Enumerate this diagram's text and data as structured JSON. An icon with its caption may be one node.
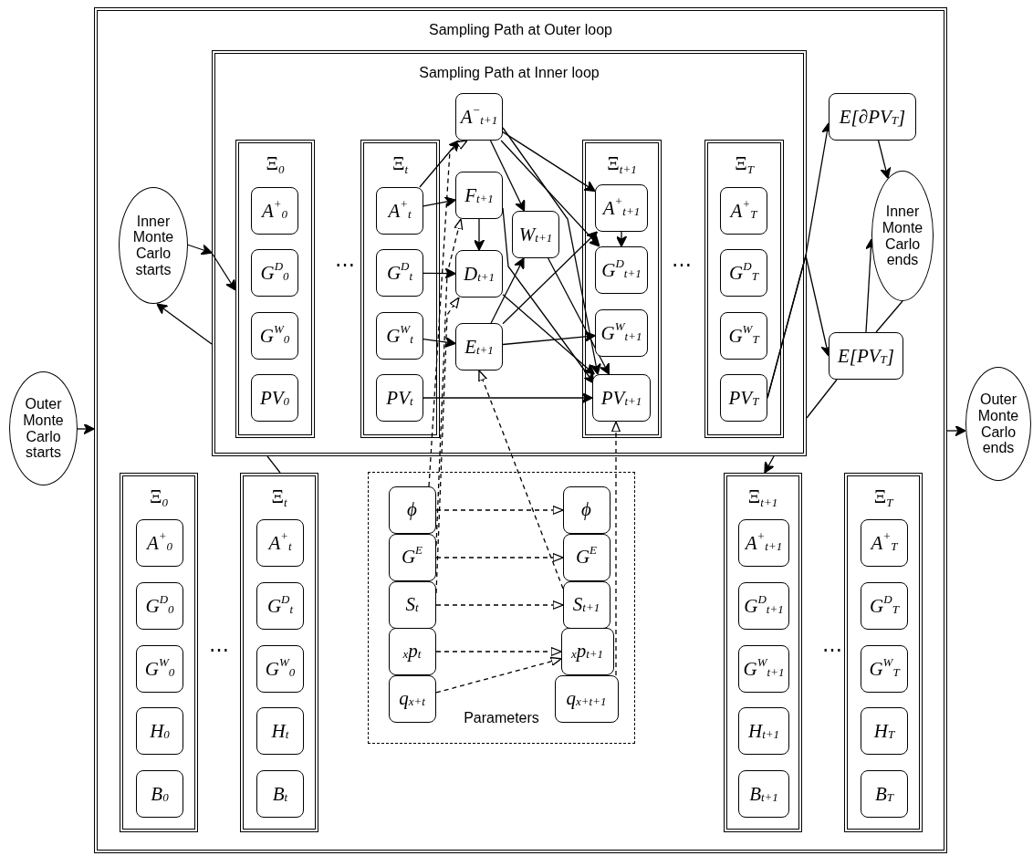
{
  "diagram": {
    "nodes": [
      {
        "text": [
          "Sampling Path at Outer loop"
        ]
      },
      {
        "text": [
          "Sampling Path at Inner loop"
        ],
        "in": 0
      },
      {
        "text": [
          "Ξ$_{0}$"
        ],
        "in": 1
      },
      {
        "text": [
          "A$^{+}$$_{0}$"
        ],
        "in": 2
      },
      {
        "text": [
          "G$^{D}$$_{0}$"
        ],
        "in": 2
      },
      {
        "text": [
          "G$^{W}$$_{0}$"
        ],
        "in": 2
      },
      {
        "text": [
          "PV$_{0}$"
        ],
        "in": 2
      },
      {
        "text": [
          "Ξ$_{t}$"
        ],
        "in": 1
      },
      {
        "text": [
          "A$^{+}$$_{t}$"
        ],
        "in": 7
      },
      {
        "text": [
          "G$^{D}$$_{t}$"
        ],
        "in": 7
      },
      {
        "text": [
          "G$^{W}$$_{t}$"
        ],
        "in": 7
      },
      {
        "text": [
          "PV$_{t}$"
        ],
        "in": 7
      },
      {
        "text": [
          "A$^{−}$$_{t+1}$"
        ],
        "in": 1
      },
      {
        "text": [
          "F$_{t+1}$"
        ],
        "in": 1
      },
      {
        "text": [
          "W$_{t+1}$"
        ],
        "in": 1
      },
      {
        "text": [
          "D$_{t+1}$"
        ],
        "in": 1
      },
      {
        "text": [
          "E$_{t+1}$"
        ],
        "in": 1
      },
      {
        "text": [
          "Ξ$_{t+1}$"
        ],
        "in": 1
      },
      {
        "text": [
          "A$^{+}$$_{t+1}$"
        ],
        "in": 17
      },
      {
        "text": [
          "G$^{D}$$_{t+1}$"
        ],
        "in": 17
      },
      {
        "text": [
          "G$^{W}$$_{t+1}$"
        ],
        "in": 17
      },
      {
        "text": [
          "PV$_{t+1}$"
        ],
        "in": 17
      },
      {
        "text": [
          "Ξ$_{T}$"
        ],
        "in": 1
      },
      {
        "text": [
          "A$^{+}$$_{T}$"
        ],
        "in": 22
      },
      {
        "text": [
          "G$^{D}$$_{T}$"
        ],
        "in": 22
      },
      {
        "text": [
          "G$^{W}$$_{T}$"
        ],
        "in": 22
      },
      {
        "text": [
          "PV$_{T}$"
        ],
        "in": 22
      },
      {
        "text": [
          "Inner Monte Carlo starts"
        ],
        "in": 0
      },
      {
        "text": [
          "E[∂PV$_{T}$]"
        ],
        "in": 0
      },
      {
        "text": [
          "Inner Monte Carlo ends"
        ],
        "in": 0
      },
      {
        "text": [
          "E[PV$_{T}$]"
        ],
        "in": 0
      },
      {
        "text": [
          "Outer Monte Carlo starts"
        ]
      },
      {
        "text": [
          "Outer Monte Carlo ends"
        ]
      },
      {
        "text": [
          "Ξ$_{0}$"
        ],
        "in": 0
      },
      {
        "text": [
          "A$^{+}$$_{0}$"
        ],
        "in": 33
      },
      {
        "text": [
          "G$^{D}$$_{0}$"
        ],
        "in": 33
      },
      {
        "text": [
          "G$^{W}$$_{0}$"
        ],
        "in": 33
      },
      {
        "text": [
          "H$_{0}$"
        ],
        "in": 33
      },
      {
        "text": [
          "B$_{0}$"
        ],
        "in": 33
      },
      {
        "text": [
          "Ξ$_{t}$"
        ],
        "in": 0
      },
      {
        "text": [
          "A$^{+}$$_{t}$"
        ],
        "in": 39
      },
      {
        "text": [
          "G$^{D}$$_{t}$"
        ],
        "in": 39
      },
      {
        "text": [
          "G$^{W}$$_{0}$"
        ],
        "in": 39
      },
      {
        "text": [
          "H$_{t}$"
        ],
        "in": 39
      },
      {
        "text": [
          "B$_{t}$"
        ],
        "in": 39
      },
      {
        "text": [
          "Ξ$_{t+1}$"
        ],
        "in": 0
      },
      {
        "text": [
          "A$^{+}$$_{t+1}$"
        ],
        "in": 45
      },
      {
        "text": [
          "G$^{D}$$_{t+1}$"
        ],
        "in": 45
      },
      {
        "text": [
          "G$^{W}$$_{t+1}$"
        ],
        "in": 45
      },
      {
        "text": [
          "H$_{t+1}$"
        ],
        "in": 45
      },
      {
        "text": [
          "B$_{t+1}$"
        ],
        "in": 45
      },
      {
        "text": [
          "Ξ$_{T}$"
        ],
        "in": 0
      },
      {
        "text": [
          "A$^{+}$$_{T}$"
        ],
        "in": 51
      },
      {
        "text": [
          "G$^{D}$$_{T}$"
        ],
        "in": 51
      },
      {
        "text": [
          "G$^{W}$$_{T}$"
        ],
        "in": 51
      },
      {
        "text": [
          "H$_{T}$"
        ],
        "in": 51
      },
      {
        "text": [
          "B$_{T}$"
        ],
        "in": 51
      },
      {
        "text": [
          "Parameters"
        ],
        "in": 0
      },
      {
        "text": [
          "ϕ"
        ],
        "in": 57
      },
      {
        "text": [
          "G$^{E}$"
        ],
        "in": 57
      },
      {
        "text": [
          "S$_{t}$"
        ],
        "in": 57
      },
      {
        "text": [
          "$_{x}$p$_{t}$"
        ],
        "in": 57
      },
      {
        "text": [
          "q$_{x+t}$"
        ],
        "in": 57
      },
      {
        "text": [
          "ϕ"
        ],
        "in": 57
      },
      {
        "text": [
          "G$^{E}$"
        ],
        "in": 57
      },
      {
        "text": [
          "S$_{t+1}$"
        ],
        "in": 57
      },
      {
        "text": [
          "$_{x}$p$_{t+1}$"
        ],
        "in": 57
      },
      {
        "text": [
          "q$_{x+t+1}$"
        ],
        "in": 57
      }
    ],
    "edges": [
      {
        "from": 31,
        "to": 0,
        "arrow": "to"
      },
      {
        "from": 0,
        "to": 32,
        "arrow": "to"
      },
      {
        "from": 27,
        "to": 1,
        "arrow": "to"
      },
      {
        "from": 1,
        "to": 2,
        "arrow": "to"
      },
      {
        "from": 1,
        "to": 27,
        "arrow": "to"
      },
      {
        "from": 39,
        "to": 1,
        "arrow": "none"
      },
      {
        "from": 8,
        "to": 12,
        "arrow": "to"
      },
      {
        "from": 8,
        "to": 13,
        "arrow": "to"
      },
      {
        "from": 9,
        "to": 15,
        "arrow": "to"
      },
      {
        "from": 10,
        "to": 16,
        "arrow": "to"
      },
      {
        "from": 11,
        "to": 21,
        "arrow": "to"
      },
      {
        "from": 12,
        "to": 14,
        "arrow": "to"
      },
      {
        "from": 12,
        "to": 18,
        "arrow": "to"
      },
      {
        "from": 12,
        "to": 19,
        "arrow": "to"
      },
      {
        "from": 12,
        "to": 21,
        "arrow": "to"
      },
      {
        "from": 13,
        "to": 15,
        "arrow": "to"
      },
      {
        "from": 13,
        "to": 21,
        "arrow": "to"
      },
      {
        "from": 14,
        "to": 21,
        "arrow": "to"
      },
      {
        "from": 15,
        "to": 21,
        "arrow": "to"
      },
      {
        "from": 16,
        "to": 14,
        "arrow": "to"
      },
      {
        "from": 16,
        "to": 18,
        "arrow": "to"
      },
      {
        "from": 16,
        "to": 20,
        "arrow": "to"
      },
      {
        "from": 18,
        "to": 19,
        "arrow": "to"
      },
      {
        "from": 26,
        "to": 28,
        "arrow": "to"
      },
      {
        "from": 26,
        "to": 30,
        "arrow": "to"
      },
      {
        "from": 28,
        "to": 29,
        "arrow": "to"
      },
      {
        "from": 30,
        "to": 29,
        "arrow": "to"
      },
      {
        "from": 29,
        "to": 30,
        "arrow": "none"
      },
      {
        "from": 30,
        "to": 1,
        "arrow": "none"
      },
      {
        "from": 1,
        "to": 45,
        "arrow": "to"
      },
      {
        "from": 58,
        "to": 12,
        "arrow": "to",
        "style": "dashed"
      },
      {
        "from": 59,
        "to": 13,
        "arrow": "to",
        "style": "dashed"
      },
      {
        "from": 60,
        "to": 15,
        "arrow": "to",
        "style": "dashed"
      },
      {
        "from": 65,
        "to": 16,
        "arrow": "to",
        "style": "dashed"
      },
      {
        "from": 67,
        "to": 21,
        "arrow": "to",
        "style": "dashed"
      },
      {
        "from": 58,
        "to": 63,
        "arrow": "to",
        "style": "dashed"
      },
      {
        "from": 59,
        "to": 64,
        "arrow": "to",
        "style": "dashed"
      },
      {
        "from": 60,
        "to": 65,
        "arrow": "to",
        "style": "dashed"
      },
      {
        "from": 61,
        "to": 66,
        "arrow": "to",
        "style": "dashed"
      },
      {
        "from": 62,
        "to": 66,
        "arrow": "to",
        "style": "dashed"
      }
    ],
    "labels": [
      "⋯",
      "⋯",
      "⋯",
      "⋯"
    ]
  }
}
